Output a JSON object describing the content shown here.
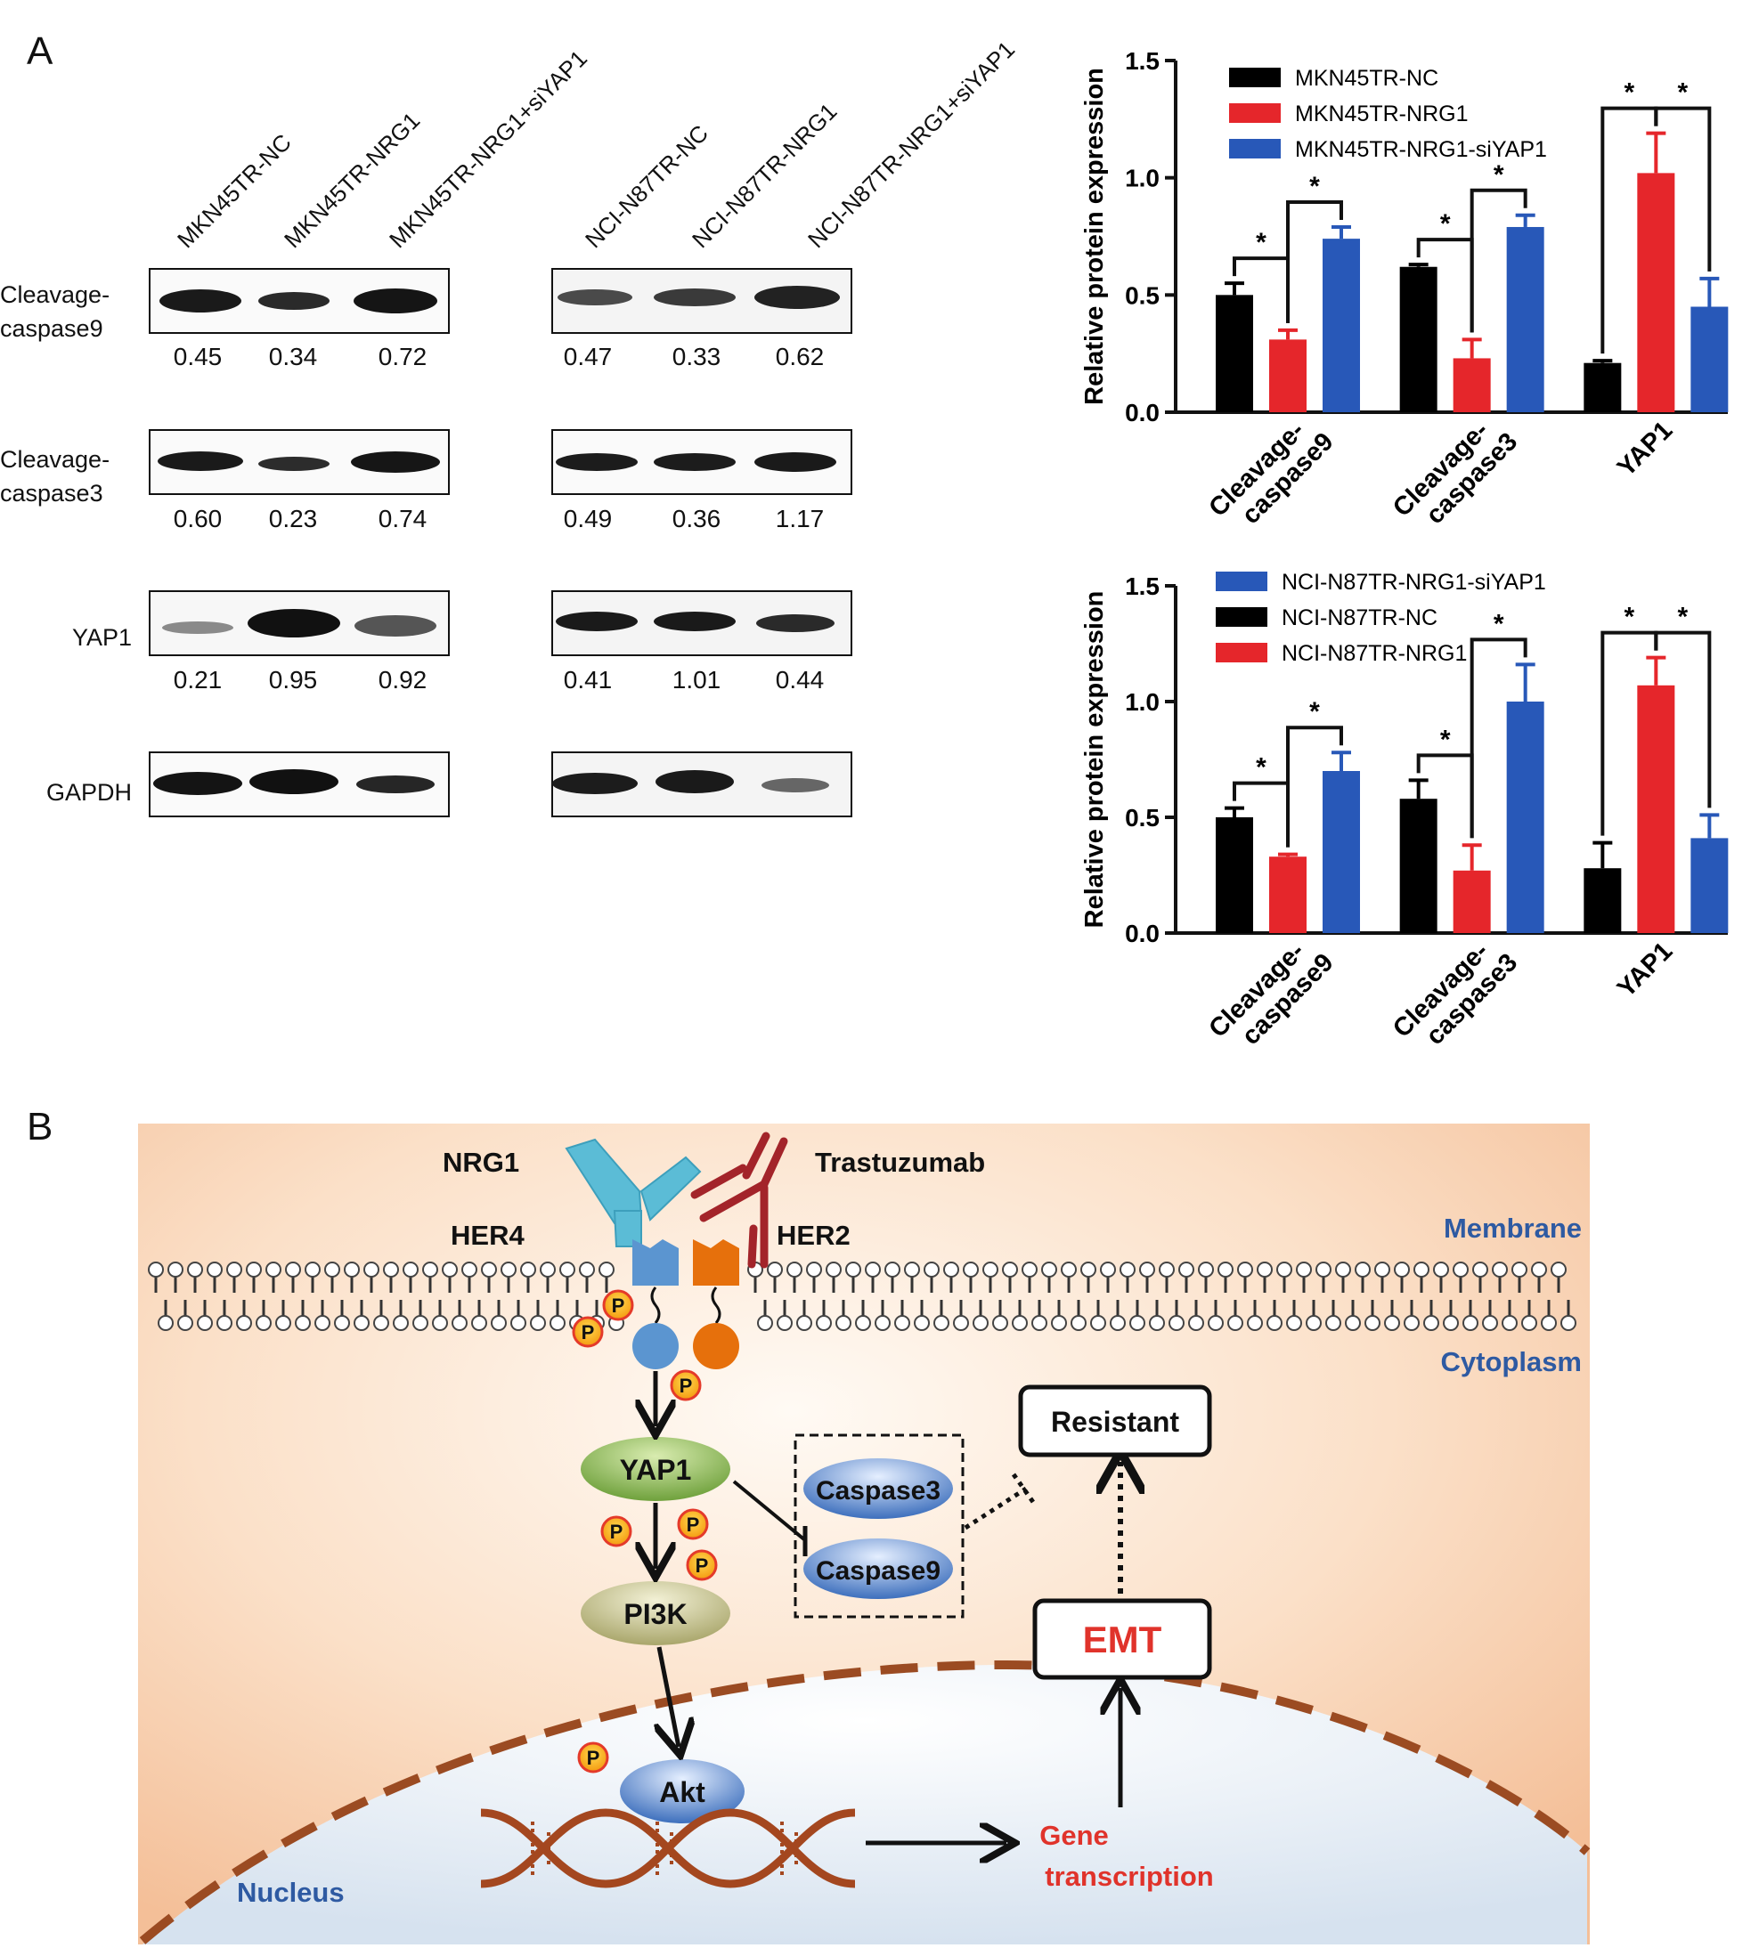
{
  "panel_a": {
    "letter": "A",
    "lanes_left": [
      "MKN45TR-NC",
      "MKN45TR-NRG1",
      "MKN45TR-NRG1+siYAP1"
    ],
    "lanes_right": [
      "NCI-N87TR-NC",
      "NCI-N87TR-NRG1",
      "NCI-N87TR-NRG1+siYAP1"
    ],
    "blots": [
      {
        "label_lines": [
          "Cleavage-",
          "caspase9"
        ],
        "left_values": [
          "0.45",
          "0.34",
          "0.72"
        ],
        "right_values": [
          "0.47",
          "0.33",
          "0.62"
        ]
      },
      {
        "label_lines": [
          "Cleavage-",
          "caspase3"
        ],
        "left_values": [
          "0.60",
          "0.23",
          "0.74"
        ],
        "right_values": [
          "0.49",
          "0.36",
          "1.17"
        ]
      },
      {
        "label_lines": [
          "YAP1"
        ],
        "left_values": [
          "0.21",
          "0.95",
          "0.92"
        ],
        "right_values": [
          "0.41",
          "1.01",
          "0.44"
        ]
      },
      {
        "label_lines": [
          "GAPDH"
        ],
        "left_values": [],
        "right_values": []
      }
    ]
  },
  "chart_data": [
    {
      "type": "bar",
      "categories": [
        [
          "Cleavage-",
          "caspase9"
        ],
        [
          "Cleavage-",
          "caspase3"
        ],
        [
          "YAP1"
        ]
      ],
      "ylabel": "Relative protein expression",
      "ylim": [
        0,
        1.5
      ],
      "yticks": [
        "0.0",
        "0.5",
        "1.0",
        "1.5"
      ],
      "legend": [
        {
          "name": "MKN45TR-NC",
          "color": "#000000"
        },
        {
          "name": "MKN45TR-NRG1",
          "color": "#e5262b"
        },
        {
          "name": "MKN45TR-NRG1-siYAP1",
          "color": "#2858b8"
        }
      ],
      "series": [
        {
          "name": "MKN45TR-NC",
          "color": "#000000",
          "values": [
            0.5,
            0.62,
            0.21
          ],
          "errors": [
            0.05,
            0.01,
            0.01
          ]
        },
        {
          "name": "MKN45TR-NRG1",
          "color": "#e5262b",
          "values": [
            0.31,
            0.23,
            1.02
          ],
          "errors": [
            0.04,
            0.08,
            0.17
          ]
        },
        {
          "name": "MKN45TR-NRG1-siYAP1",
          "color": "#2858b8",
          "values": [
            0.74,
            0.79,
            0.45
          ],
          "errors": [
            0.05,
            0.05,
            0.12
          ]
        }
      ],
      "significance": "*"
    },
    {
      "type": "bar",
      "categories": [
        [
          "Cleavage-",
          "caspase9"
        ],
        [
          "Cleavage-",
          "caspase3"
        ],
        [
          "YAP1"
        ]
      ],
      "ylabel": "Relative protein expression",
      "ylim": [
        0,
        1.5
      ],
      "yticks": [
        "0.0",
        "0.5",
        "1.0",
        "1.5"
      ],
      "legend": [
        {
          "name": "NCI-N87TR-NRG1-siYAP1",
          "color": "#2858b8"
        },
        {
          "name": "NCI-N87TR-NC",
          "color": "#000000"
        },
        {
          "name": "NCI-N87TR-NRG1",
          "color": "#e5262b"
        }
      ],
      "series": [
        {
          "name": "NCI-N87TR-NC",
          "color": "#000000",
          "values": [
            0.5,
            0.58,
            0.28
          ],
          "errors": [
            0.04,
            0.08,
            0.11
          ]
        },
        {
          "name": "NCI-N87TR-NRG1",
          "color": "#e5262b",
          "values": [
            0.33,
            0.27,
            1.07
          ],
          "errors": [
            0.01,
            0.11,
            0.12
          ]
        },
        {
          "name": "NCI-N87TR-NRG1-siYAP1",
          "color": "#2858b8",
          "values": [
            0.7,
            1.0,
            0.41
          ],
          "errors": [
            0.08,
            0.16,
            0.1
          ]
        }
      ],
      "significance": "*"
    }
  ],
  "panel_b": {
    "letter": "B",
    "nrg1": "NRG1",
    "trastuzumab": "Trastuzumab",
    "her4": "HER4",
    "her2": "HER2",
    "membrane": "Membrane",
    "cytoplasm": "Cytoplasm",
    "p": "P",
    "yap1": "YAP1",
    "pi3k": "PI3K",
    "akt": "Akt",
    "caspase3": "Caspase3",
    "caspase9": "Caspase9",
    "resistant": "Resistant",
    "emt": "EMT",
    "gene_transcription": [
      "Gene",
      "transcription"
    ],
    "nucleus": "Nucleus",
    "colors": {
      "cell": "#f6c7a6",
      "nucleus": "#dbe6f1",
      "label_blue": "#2e5aa2",
      "label_red": "#e0332b",
      "her4": "#5b95d0",
      "her2": "#e6700c",
      "antibody": "#a3242a",
      "ligand": "#5bbcd6"
    }
  }
}
